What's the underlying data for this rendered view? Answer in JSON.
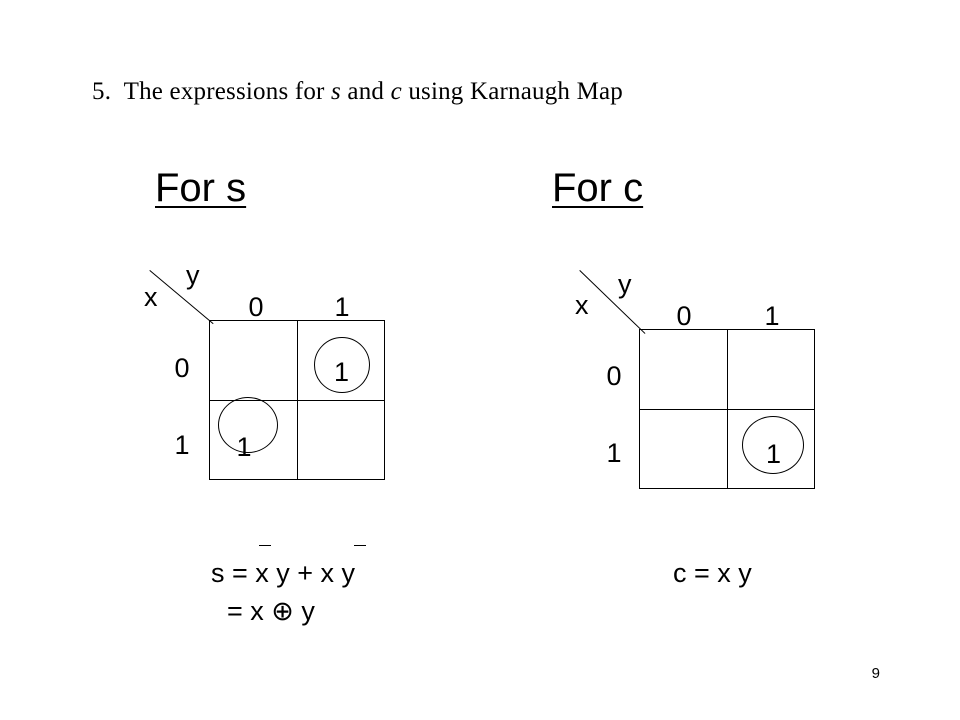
{
  "heading": {
    "number": "5.",
    "before": "The expressions for",
    "var_s": "s",
    "and": "and",
    "var_c": "c",
    "after": "using Karnaugh Map"
  },
  "map_s": {
    "title": "For s",
    "row_var": "x",
    "col_var": "y",
    "col_headers": [
      "0",
      "1"
    ],
    "row_headers": [
      "0",
      "1"
    ],
    "cells": [
      [
        "",
        "1"
      ],
      [
        "1",
        ""
      ]
    ],
    "equation_line1": "s = x y + x y",
    "equation_line2": "= x ⊕ y"
  },
  "map_c": {
    "title": "For c",
    "row_var": "x",
    "col_var": "y",
    "col_headers": [
      "0",
      "1"
    ],
    "row_headers": [
      "0",
      "1"
    ],
    "cells": [
      [
        "",
        ""
      ],
      [
        "",
        "1"
      ]
    ],
    "equation_line1": "c = x y"
  },
  "page_number": "9"
}
